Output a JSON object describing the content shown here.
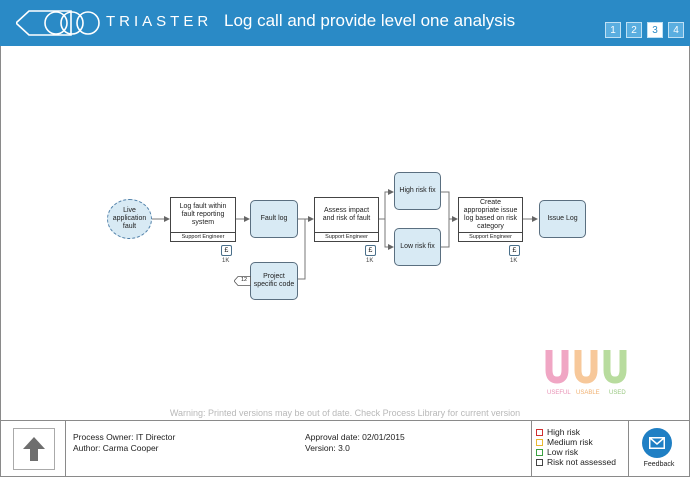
{
  "header": {
    "brand": "TRIASTER",
    "title": "Log call and provide level one analysis",
    "pages": [
      "1",
      "2",
      "3",
      "4"
    ],
    "active_page": "3"
  },
  "diagram": {
    "nodes": {
      "live_fault": "Live application fault",
      "log_fault": "Log fault within fault reporting system",
      "log_fault_role": "Support Engineer",
      "fault_log": "Fault log",
      "project_code": "Project specific code",
      "project_code_tag": "12",
      "assess": "Assess impact and risk of fault",
      "assess_role": "Support Engineer",
      "high_risk_fix": "High risk fix",
      "low_risk_fix": "Low risk fix",
      "create_issue": "Create appropriate issue log based on risk category",
      "create_issue_role": "Support Engineer",
      "issue_log": "Issue Log"
    },
    "costs": [
      {
        "symbol": "£",
        "label": "1K"
      },
      {
        "symbol": "£",
        "label": "1K"
      },
      {
        "symbol": "£",
        "label": "1K"
      }
    ],
    "badge_words": [
      "USEFUL",
      "USABLE",
      "USED"
    ]
  },
  "warning": "Warning: Printed versions may be out of date. Check Process Library for current version",
  "footer": {
    "owner": "Process Owner: IT Director",
    "author": "Author: Carma Cooper",
    "approval": "Approval date: 02/01/2015",
    "version": "Version: 3.0",
    "legend": [
      {
        "label": "High risk",
        "color": "#d03030"
      },
      {
        "label": "Medium risk",
        "color": "#e8b830"
      },
      {
        "label": "Low risk",
        "color": "#3aa040"
      },
      {
        "label": "Risk not assessed",
        "color": "#444444"
      }
    ],
    "feedback": "Feedback"
  }
}
